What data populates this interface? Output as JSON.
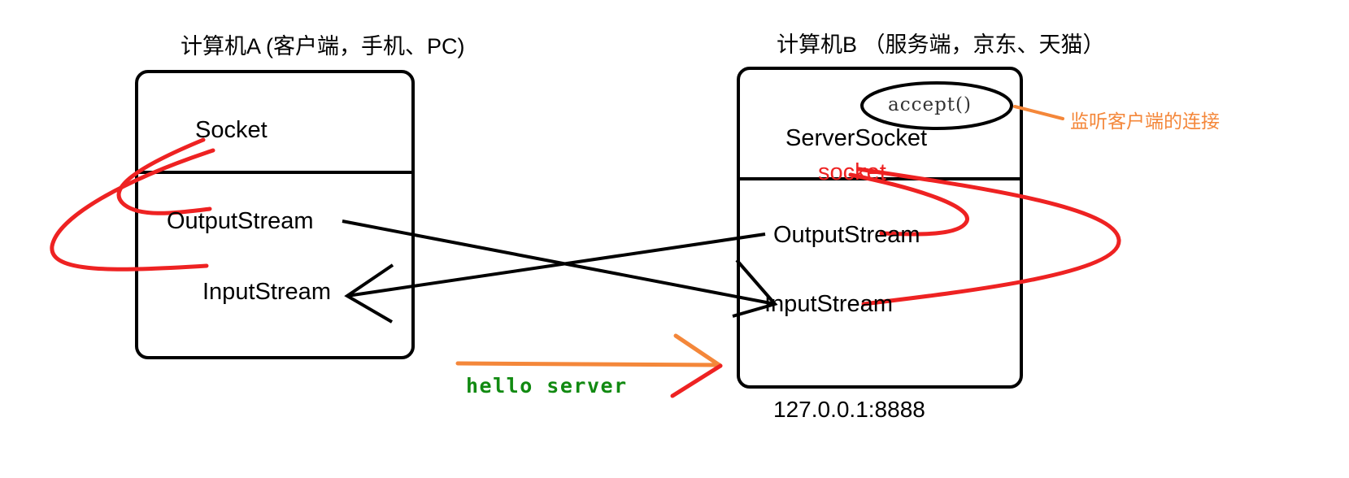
{
  "diagram": {
    "type": "network-socket-communication-diagram",
    "background": "#ffffff",
    "colors": {
      "stroke": "#000000",
      "red": "#ee2222",
      "orange": "#f4873a",
      "green": "#118a11"
    }
  },
  "client": {
    "title": "计算机A (客户端，手机、PC)",
    "socket_label": "Socket",
    "output_stream_label": "OutputStream",
    "input_stream_label": "InputStream"
  },
  "server": {
    "title": "计算机B （服务端，京东、天猫）",
    "server_socket_label": "ServerSocket",
    "socket_label": "socket",
    "output_stream_label": "OutputStream",
    "input_stream_label": "InputStream",
    "address": "127.0.0.1:8888"
  },
  "annotations": {
    "accept_call": "accept()",
    "accept_note": "监听客户端的连接",
    "message": "hello server"
  }
}
